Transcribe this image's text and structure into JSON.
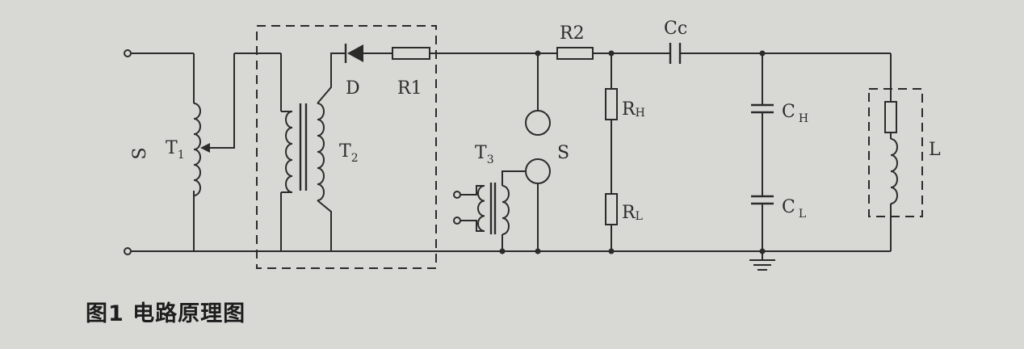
{
  "caption": "图1 电路原理图",
  "labels": {
    "input_source": "S",
    "t1": {
      "main": "T",
      "sub": "1"
    },
    "t2": {
      "main": "T",
      "sub": "2"
    },
    "t3": {
      "main": "T",
      "sub": "3"
    },
    "diode": "D",
    "r1": "R1",
    "r2": "R2",
    "spark_gap": "S",
    "rh": {
      "main": "R",
      "sub": "H"
    },
    "rl": {
      "main": "R",
      "sub": "L"
    },
    "cc": {
      "main": "C",
      "sub": "c"
    },
    "ch": {
      "main": "C",
      "sub": "H"
    },
    "cl": {
      "main": "C",
      "sub": "L"
    },
    "load": "L"
  },
  "colors": {
    "line": "#2b2b2b",
    "background": "#d8d9d4"
  }
}
